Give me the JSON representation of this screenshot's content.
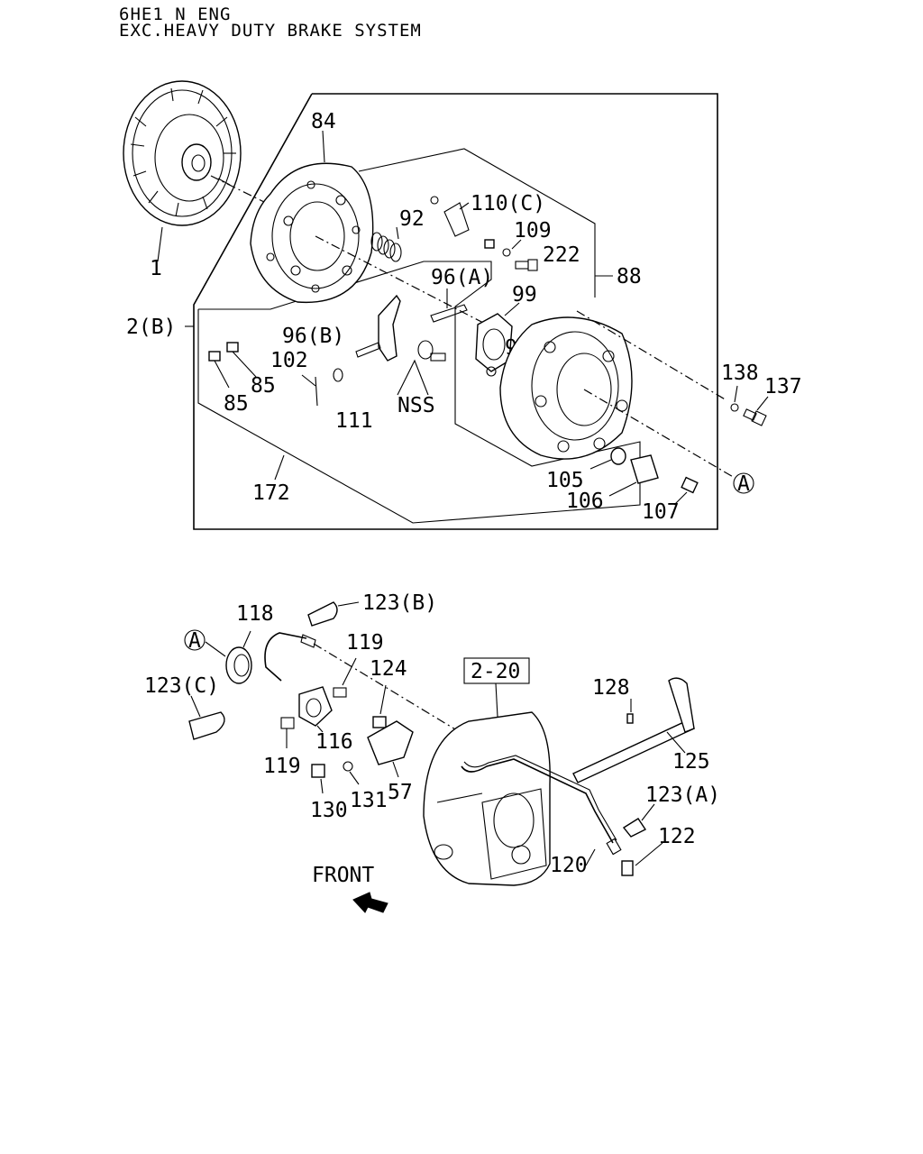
{
  "header": {
    "line1": "6HE1 N ENG",
    "line2": "EXC.HEAVY DUTY BRAKE SYSTEM"
  },
  "callouts": {
    "c1": "1",
    "c2b": "2(B)",
    "c84": "84",
    "c92": "92",
    "c110c": "110(C)",
    "c109": "109",
    "c222": "222",
    "c88": "88",
    "c96a": "96(A)",
    "c99": "99",
    "c96b": "96(B)",
    "c98": "98",
    "c102": "102",
    "c85a": "85",
    "c85b": "85",
    "c111": "111",
    "cnss": "NSS",
    "c138": "138",
    "c137": "137",
    "c172": "172",
    "c105": "105",
    "c106": "106",
    "c107": "107",
    "cA1": "A",
    "cA2": "A",
    "c118": "118",
    "c123b": "123(B)",
    "c119a": "119",
    "c123c": "123(C)",
    "c124": "124",
    "c220": "2-20",
    "c128": "128",
    "c116": "116",
    "c119b": "119",
    "c125": "125",
    "c57": "57",
    "c130": "130",
    "c131": "131",
    "c123a": "123(A)",
    "c122": "122",
    "c120": "120",
    "front": "FRONT"
  }
}
